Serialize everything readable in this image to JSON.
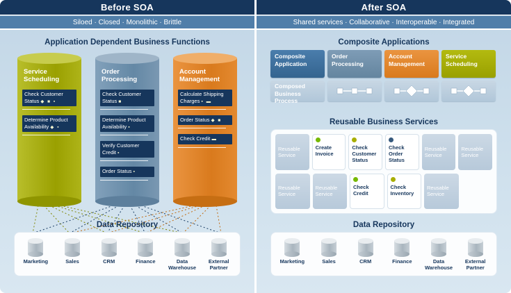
{
  "left": {
    "header": "Before SOA",
    "subtitle": "Siloed · Closed · Monolithic · Brittle",
    "section_title": "Application Dependent Business Functions",
    "silos": [
      {
        "title": "Service Scheduling",
        "items": [
          {
            "text": "Check Customer Status",
            "icons": "◆ ■ ▪"
          },
          {
            "text": "Determine Product Availability",
            "icons": "◆ ▪"
          }
        ]
      },
      {
        "title": "Order Processing",
        "items": [
          {
            "text": "Check Customer Status",
            "icons": "■"
          },
          {
            "text": "Determine Product Availability",
            "icons": "▪"
          },
          {
            "text": "Verify Customer Credit",
            "icons": "▪"
          },
          {
            "text": "Order Status",
            "icons": "▪"
          }
        ]
      },
      {
        "title": "Account Management",
        "items": [
          {
            "text": "Calculate Shipping Charges",
            "icons": "▪ ▬"
          },
          {
            "text": "Order Status",
            "icons": "◆ ■"
          },
          {
            "text": "Check Credit",
            "icons": "▬"
          }
        ]
      }
    ],
    "repository": {
      "title": "Data Repository",
      "databases": [
        "Marketing",
        "Sales",
        "CRM",
        "Finance",
        "Data Warehouse",
        "External Partner"
      ]
    }
  },
  "right": {
    "header": "After SOA",
    "subtitle": "Shared services · Collaborative · Interoperable · Integrated",
    "composite_title": "Composite Applications",
    "composite_apps": [
      "Composite Application",
      "Order Processing",
      "Account Management",
      "Service Scheduling"
    ],
    "composed_process_label": "Composed Business Process",
    "services_title": "Reusable Business Services",
    "services": {
      "row1": [
        "Reusable Service",
        "Create Invoice",
        "Check Customer Status",
        "Check Order Status",
        "Reusable Service",
        "Reusable Service"
      ],
      "row2": [
        "Reusable Service",
        "Reusable Service",
        "Check Credit",
        "Check Inventory",
        "Reusable Service"
      ]
    },
    "repository": {
      "title": "Data Repository",
      "databases": [
        "Marketing",
        "Sales",
        "CRM",
        "Finance",
        "Data Warehouse",
        "External Partner"
      ]
    }
  },
  "colors": {
    "header_navy": "#16365c",
    "subtitle_bar": "#507ea9",
    "olive": "#a8ae00",
    "blue_gray": "#7191ad",
    "orange": "#e08227",
    "composite_blue": "#3a6d9e",
    "dot_green": "#76b900",
    "dot_olive": "#a8ae00",
    "dot_navy": "#36597d"
  }
}
